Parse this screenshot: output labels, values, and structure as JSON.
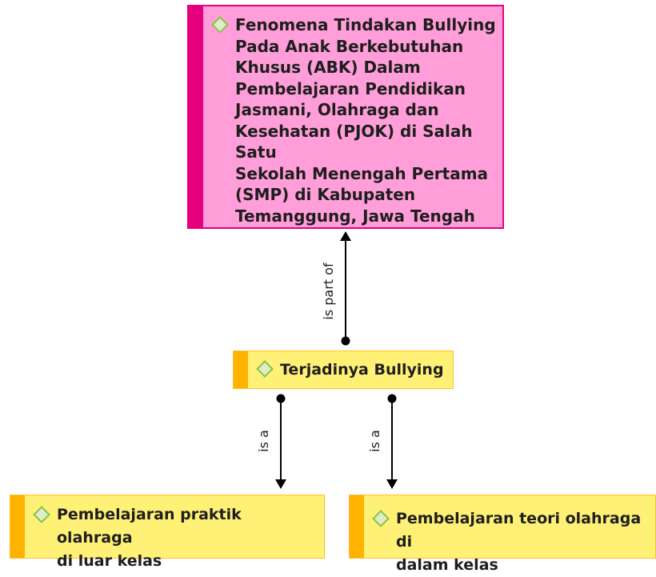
{
  "colors": {
    "main_fill": "#ff9ed8",
    "main_accent": "#e6007e",
    "child_fill": "#fff176",
    "child_accent": "#ffb300",
    "diamond_fill": "#dcedc8",
    "diamond_stroke": "#8bc34a",
    "edge": "#000000"
  },
  "nodes": {
    "main": {
      "icon": "diamond-icon",
      "lines": [
        "Fenomena Tindakan Bullying",
        "Pada Anak Berkebutuhan",
        "Khusus (ABK) Dalam",
        "Pembelajaran Pendidikan",
        "Jasmani, Olahraga dan",
        "Kesehatan (PJOK) di Salah Satu",
        "Sekolah Menengah Pertama",
        "(SMP) di Kabupaten",
        "Temanggung, Jawa Tengah"
      ]
    },
    "bullying": {
      "icon": "diamond-icon",
      "lines": [
        "Terjadinya Bullying"
      ]
    },
    "praktik": {
      "icon": "diamond-icon",
      "lines": [
        "Pembelajaran praktik olahraga",
        "di luar kelas"
      ]
    },
    "teori": {
      "icon": "diamond-icon",
      "lines": [
        "Pembelajaran teori olahraga di",
        "dalam kelas"
      ]
    }
  },
  "edges": [
    {
      "from": "bullying",
      "to": "main",
      "label": "is part of"
    },
    {
      "from": "bullying",
      "to": "praktik",
      "label": "is a"
    },
    {
      "from": "bullying",
      "to": "teori",
      "label": "is a"
    }
  ]
}
